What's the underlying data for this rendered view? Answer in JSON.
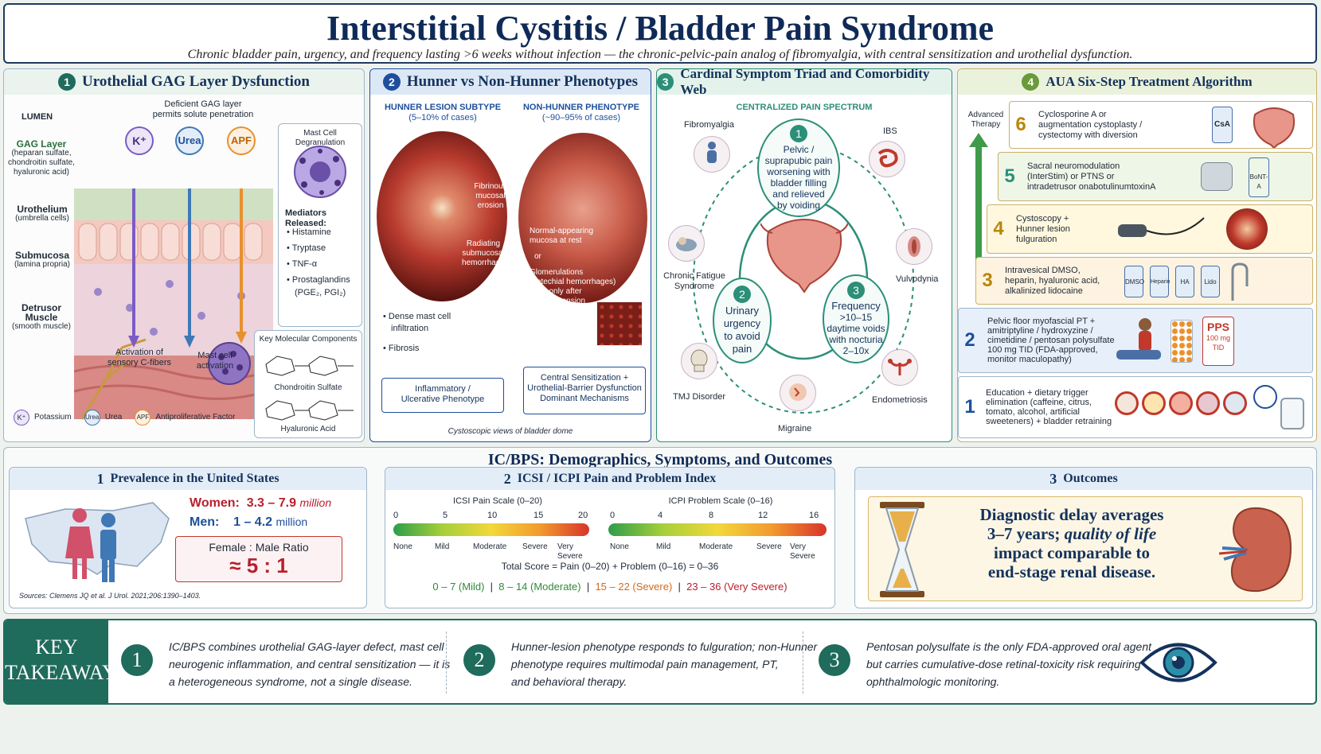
{
  "header": {
    "title": "Interstitial Cystitis / Bladder Pain Syndrome",
    "subtitle": "Chronic bladder pain, urgency, and frequency lasting >6 weeks without infection — the chronic-pelvic-pain analog of fibromyalgia, with central sensitization and urothelial dysfunction."
  },
  "p1": {
    "num": "1",
    "title": "Urothelial GAG Layer Dysfunction",
    "lumen": "LUMEN",
    "deficient": "Deficient GAG layer",
    "permits": "permits solute penetration",
    "gag_label": "GAG Layer",
    "gag_sub1": "(heparan sulfate,",
    "gag_sub2": "chondroitin sulfate,",
    "gag_sub3": "hyaluronic acid)",
    "uro_label": "Urothelium",
    "uro_sub": "(umbrella cells)",
    "sub_label": "Submucosa",
    "sub_sub": "(lamina propria)",
    "det_label": "Detrusor Muscle",
    "det_sub": "(smooth muscle)",
    "k": "K⁺",
    "urea": "Urea",
    "apf": "APF",
    "activation1": "Activation of",
    "activation2": "sensory C-fibers",
    "mast1": "Mast cell",
    "mast2": "activation",
    "mcd_title": "Mast Cell Degranulation",
    "mediators": "Mediators Released:",
    "med1": "Histamine",
    "med2": "Tryptase",
    "med3": "TNF-α",
    "med4": "Prostaglandins",
    "med5": "(PGE₂, PGI₂)",
    "kmc": "Key Molecular Components",
    "cs": "Chondroitin Sulfate",
    "ha": "Hyaluronic Acid",
    "leg_k": "Potassium",
    "leg_urea": "Urea",
    "leg_apf": "Antiproliferative Factor"
  },
  "p2": {
    "num": "2",
    "title": "Hunner vs Non-Hunner Phenotypes",
    "h_title": "HUNNER LESION SUBTYPE",
    "h_pct": "(5–10% of cases)",
    "nh_title": "NON-HUNNER PHENOTYPE",
    "nh_pct": "(~90–95% of cases)",
    "fib1": "Fibrinous",
    "fib2": "mucosal",
    "fib3": "erosion",
    "rad1": "Radiating",
    "rad2": "submucosal",
    "rad3": "hemorrhage",
    "norm1": "Normal-appearing",
    "norm2": "mucosa at rest",
    "or": "or",
    "glom1": "Glomerulations",
    "glom2": "(petechial hemorrhages)",
    "glom3": "seen only after",
    "glom4": "hydrodistension",
    "b1a": "Dense mast cell",
    "b1b": "infiltration",
    "b2": "Fibrosis",
    "box1a": "Inflammatory /",
    "box1b": "Ulcerative Phenotype",
    "box2a": "Central Sensitization +",
    "box2b": "Urothelial-Barrier Dysfunction",
    "box2c": "Dominant Mechanisms",
    "caption": "Cystoscopic views of bladder dome"
  },
  "p3": {
    "num": "3",
    "title": "Cardinal Symptom Triad and Comorbidity Web",
    "spectrum": "CENTRALIZED PAIN SPECTRUM",
    "c1n": "1",
    "c1a": "Pelvic /",
    "c1b": "suprapubic pain",
    "c1c": "worsening with",
    "c1d": "bladder filling",
    "c1e": "and relieved",
    "c1f": "by voiding",
    "c2n": "2",
    "c2a": "Urinary",
    "c2b": "urgency",
    "c2c": "to avoid",
    "c2d": "pain",
    "c3n": "3",
    "c3a": "Frequency",
    "c3b": ">10–15",
    "c3c": "daytime voids",
    "c3d": "with nocturia",
    "c3e": "2–10x",
    "fibro": "Fibromyalgia",
    "ibs": "IBS",
    "cfs1": "Chronic Fatigue",
    "cfs2": "Syndrome",
    "vulvo": "Vulvodynia",
    "tmj": "TMJ Disorder",
    "endo": "Endometriosis",
    "migraine": "Migraine"
  },
  "p4": {
    "num": "4",
    "title": "AUA Six-Step Treatment Algorithm",
    "adv1": "Advanced",
    "adv2": "Therapy",
    "s6n": "6",
    "s6a": "Cyclosporine A or",
    "s6b": "augmentation cystoplasty /",
    "s6c": "cystectomy with diversion",
    "csa": "CsA",
    "s5n": "5",
    "s5a": "Sacral neuromodulation",
    "s5b": "(InterStim) or PTNS or",
    "s5c": "intradetrusor onabotulinumtoxinA",
    "bont": "BoNT-A",
    "s4n": "4",
    "s4a": "Cystoscopy +",
    "s4b": "Hunner lesion",
    "s4c": "fulguration",
    "s3n": "3",
    "s3a": "Intravesical DMSO,",
    "s3b": "heparin, hyaluronic acid,",
    "s3c": "alkalinized lidocaine",
    "v1": "DMSO",
    "v2": "Heparin",
    "v3": "HA",
    "v4": "Lido",
    "s2n": "2",
    "s2a": "Pelvic floor myofascial PT +",
    "s2b": "amitriptyline / hydroxyzine /",
    "s2c": "cimetidine / pentosan polysulfate",
    "s2d": "100 mg TID (FDA-approved,",
    "s2e": "monitor maculopathy)",
    "pps": "PPS",
    "pps_dose": "100 mg",
    "pps_tid": "TID",
    "s1n": "1",
    "s1a": "Education + dietary trigger",
    "s1b": "elimination (caffeine, citrus,",
    "s1c": "tomato, alcohol, artificial",
    "s1d": "sweeteners) + bladder retraining"
  },
  "section2": {
    "title": "IC/BPS: Demographics, Symptoms,  and Outcomes"
  },
  "prev": {
    "num": "1",
    "title": "Prevalence in the United States",
    "women_label": "Women:",
    "women_val": "3.3 – 7.9",
    "women_unit": "million",
    "men_label": "Men:",
    "men_val": "1 – 4.2",
    "men_unit": "million",
    "ratio_label": "Female : Male Ratio",
    "ratio_val": "≈ 5 : 1",
    "sources": "Sources: Clemens JQ et al. J Urol. 2021;206:1390–1403."
  },
  "icsi": {
    "num": "2",
    "title": "ICSI / ICPI Pain and Problem Index",
    "scale1": "ICSI Pain Scale (0–20)",
    "ticks1": [
      "0",
      "5",
      "10",
      "15",
      "20"
    ],
    "labels1": [
      "None",
      "Mild",
      "Moderate",
      "Severe",
      "Very Severe"
    ],
    "scale2": "ICPI Problem Scale (0–16)",
    "ticks2": [
      "0",
      "4",
      "8",
      "12",
      "16"
    ],
    "labels2": [
      "None",
      "Mild",
      "Moderate",
      "Severe",
      "Very Severe"
    ],
    "total": "Total Score = Pain (0–20) + Problem (0–16) = 0–36",
    "r1": "0 – 7 (Mild)",
    "r2": "8 – 14 (Moderate)",
    "r3": "15 – 22 (Severe)",
    "r4": "23 – 36 (Very Severe)"
  },
  "outcomes": {
    "num": "3",
    "title": "Outcomes",
    "l1": "Diagnostic delay averages",
    "l2a": "3–7 years;",
    "l2b": "quality of life",
    "l3": "impact comparable to",
    "l4": "end-stage renal disease."
  },
  "takeaways": {
    "title1": "KEY",
    "title2": "TAKEAWAYS",
    "n1": "1",
    "t1a": "IC/BPS combines urothelial GAG-layer defect, mast cell",
    "t1b": "neurogenic inflammation, and central sensitization — it is",
    "t1c": "a heterogeneous syndrome, not a single disease.",
    "n2": "2",
    "t2a": "Hunner-lesion phenotype responds to fulguration; non-Hunner",
    "t2b": "phenotype requires multimodal pain management, PT,",
    "t2c": "and behavioral therapy.",
    "n3": "3",
    "t3a": "Pentosan polysulfate is the only FDA-approved oral agent",
    "t3b": "but carries cumulative-dose retinal-toxicity risk requiring",
    "t3c": "ophthalmologic monitoring."
  },
  "colors": {
    "navy": "#0f2a57",
    "teal": "#1f6b5c",
    "k": "#7b5cc4",
    "urea": "#3f78b5",
    "apf": "#e8902e",
    "red": "#b8202e",
    "blue": "#1e4f9c"
  }
}
